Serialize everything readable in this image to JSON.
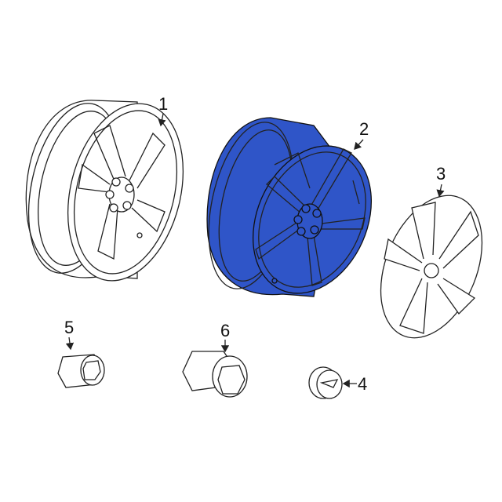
{
  "callouts": [
    {
      "id": 1,
      "label": "1",
      "part": "wheel"
    },
    {
      "id": 2,
      "label": "2",
      "part": "wheel-highlighted"
    },
    {
      "id": 3,
      "label": "3",
      "part": "wheel-cover"
    },
    {
      "id": 4,
      "label": "4",
      "part": "center-cap"
    },
    {
      "id": 5,
      "label": "5",
      "part": "lug-nut"
    },
    {
      "id": 6,
      "label": "6",
      "part": "lock-nut"
    }
  ],
  "colors": {
    "highlight": "#2f55c8",
    "line": "#222222"
  }
}
